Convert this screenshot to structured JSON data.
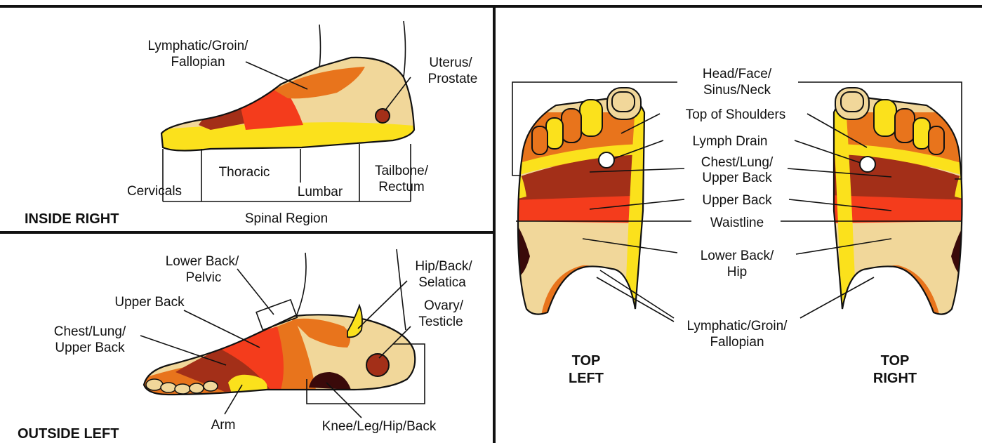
{
  "colors": {
    "pale": "#f1d79a",
    "yellow": "#fbe11c",
    "orange": "#e8741c",
    "red": "#f43c1c",
    "brown": "#a32f18",
    "dark": "#3a0a0a",
    "line": "#111111"
  },
  "inside_right": {
    "title": "INSIDE RIGHT",
    "labels": {
      "lymph_1": "Lymphatic/Groin/",
      "lymph_2": "Fallopian",
      "uterus_1": "Uterus/",
      "uterus_2": "Prostate",
      "thoracic": "Thoracic",
      "cervicals": "Cervicals",
      "lumbar": "Lumbar",
      "tailbone_1": "Tailbone/",
      "tailbone_2": "Rectum",
      "spinal": "Spinal Region"
    }
  },
  "outside_left": {
    "title": "OUTSIDE LEFT",
    "labels": {
      "lowerback_1": "Lower Back/",
      "lowerback_2": "Pelvic",
      "hip_1": "Hip/Back/",
      "hip_2": "Selatica",
      "upperback": "Upper Back",
      "ovary_1": "Ovary/",
      "ovary_2": "Testicle",
      "chest_1": "Chest/Lung/",
      "chest_2": "Upper Back",
      "arm": "Arm",
      "knee": "Knee/Leg/Hip/Back"
    }
  },
  "top_view": {
    "left_title_1": "TOP",
    "left_title_2": "LEFT",
    "right_title_1": "TOP",
    "right_title_2": "RIGHT",
    "labels": {
      "head_1": "Head/Face/",
      "head_2": "Sinus/Neck",
      "shoulders": "Top of Shoulders",
      "lymph_drain": "Lymph Drain",
      "chest_1": "Chest/Lung/",
      "chest_2": "Upper Back",
      "upper_back": "Upper Back",
      "waistline": "Waistline",
      "lowerback_1": "Lower Back/",
      "lowerback_2": "Hip",
      "lymph_1": "Lymphatic/Groin/",
      "lymph_2": "Fallopian"
    }
  }
}
